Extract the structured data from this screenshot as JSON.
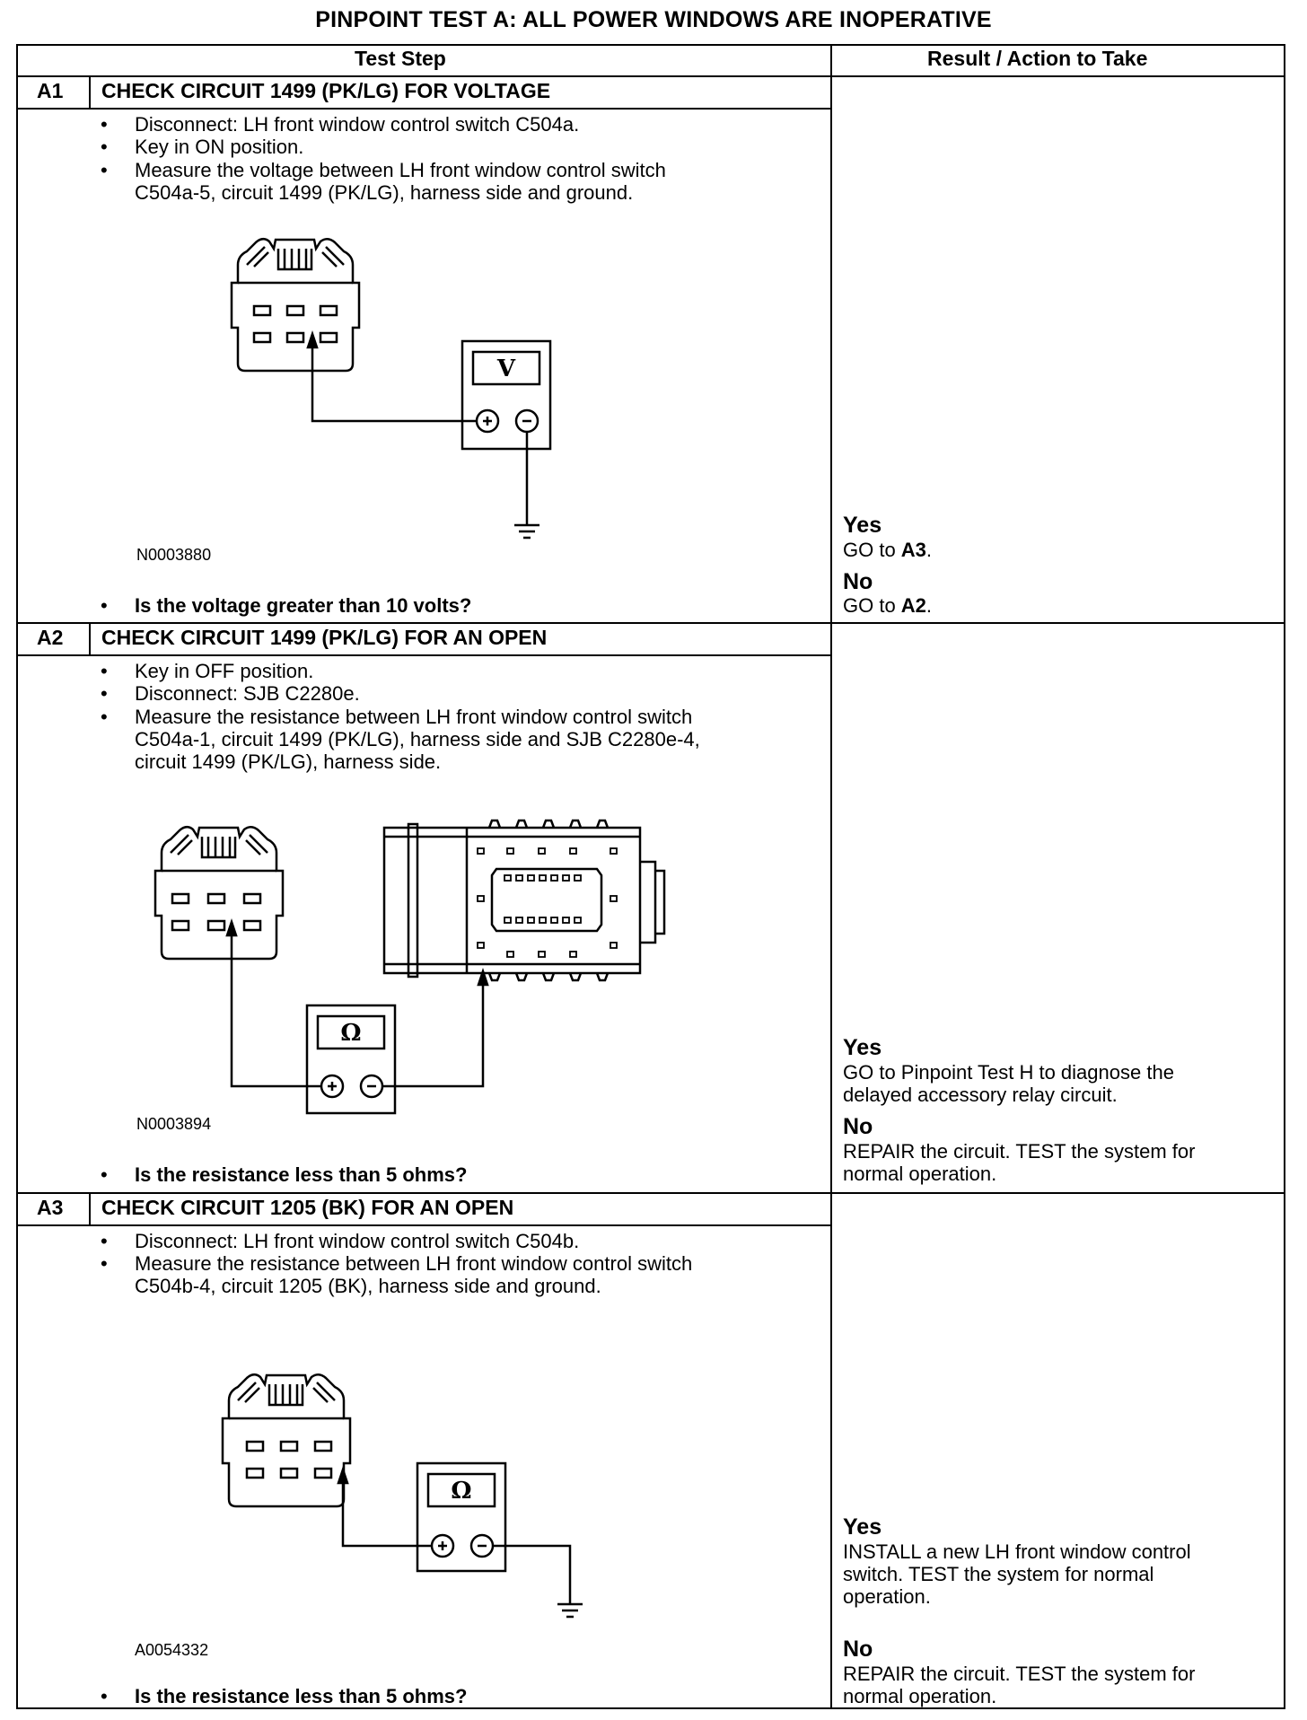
{
  "title": "PINPOINT TEST A: ALL POWER WINDOWS ARE INOPERATIVE",
  "columns": {
    "step": "Test Step",
    "result": "Result / Action to Take"
  },
  "steps": [
    {
      "id": "A1",
      "heading": "CHECK CIRCUIT 1499 (PK/LG) FOR VOLTAGE",
      "instructions": [
        [
          "Disconnect: LH front window control switch C504a."
        ],
        [
          "Key in ON position."
        ],
        [
          "Measure the voltage between LH front window control switch",
          "C504a-5, circuit 1499 (PK/LG), harness side and ground."
        ]
      ],
      "figure_id": "N0003880",
      "meter_symbol": "V",
      "question": "Is the voltage greater than 10 volts?",
      "yes_label": "Yes",
      "yes_action": [
        "GO to ",
        "A3",
        "."
      ],
      "no_label": "No",
      "no_action": [
        "GO to ",
        "A2",
        "."
      ]
    },
    {
      "id": "A2",
      "heading": "CHECK CIRCUIT 1499 (PK/LG) FOR AN OPEN",
      "instructions": [
        [
          "Key in OFF position."
        ],
        [
          "Disconnect: SJB C2280e."
        ],
        [
          "Measure the resistance between LH front window control switch",
          "C504a-1, circuit 1499 (PK/LG), harness side and SJB C2280e-4,",
          "circuit 1499 (PK/LG), harness side."
        ]
      ],
      "figure_id": "N0003894",
      "meter_symbol": "Ω",
      "question": "Is the resistance less than 5 ohms?",
      "yes_label": "Yes",
      "yes_action": [
        "GO to Pinpoint Test H to diagnose the",
        "delayed accessory relay circuit."
      ],
      "no_label": "No",
      "no_action": [
        "REPAIR the circuit. TEST the system for",
        "normal operation."
      ]
    },
    {
      "id": "A3",
      "heading": "CHECK CIRCUIT 1205 (BK) FOR AN OPEN",
      "instructions": [
        [
          "Disconnect: LH front window control switch C504b."
        ],
        [
          "Measure the resistance between LH front window control switch",
          "C504b-4, circuit 1205 (BK), harness side and ground."
        ]
      ],
      "figure_id": "A0054332",
      "meter_symbol": "Ω",
      "question": "Is the resistance less than 5 ohms?",
      "yes_label": "Yes",
      "yes_action": [
        "INSTALL a new LH front window control",
        "switch. TEST the system for normal",
        "operation."
      ],
      "no_label": "No",
      "no_action": [
        "REPAIR the circuit. TEST the system for",
        "normal operation."
      ]
    }
  ],
  "bullet": "•"
}
